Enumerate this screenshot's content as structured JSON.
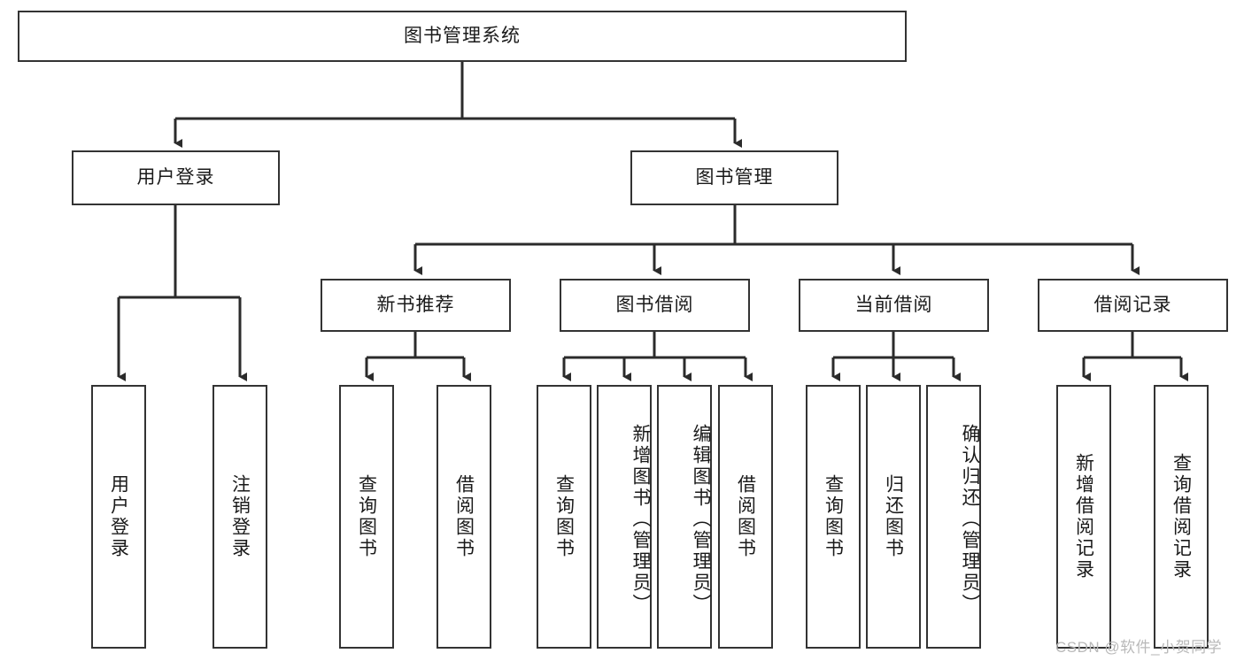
{
  "diagram": {
    "type": "hierarchy-tree",
    "title": "图书管理系统",
    "root": {
      "id": "root",
      "label": "图书管理系统"
    },
    "level2": [
      {
        "id": "user-login",
        "label": "用户登录"
      },
      {
        "id": "book-management",
        "label": "图书管理"
      }
    ],
    "level3": [
      {
        "id": "new-book-recommend",
        "label": "新书推荐",
        "parent": "book-management"
      },
      {
        "id": "book-borrow",
        "label": "图书借阅",
        "parent": "book-management"
      },
      {
        "id": "current-borrow",
        "label": "当前借阅",
        "parent": "book-management"
      },
      {
        "id": "borrow-record",
        "label": "借阅记录",
        "parent": "book-management"
      }
    ],
    "leaves": [
      {
        "id": "leaf-user-login",
        "label": "用户登录",
        "parent": "user-login"
      },
      {
        "id": "leaf-logout",
        "label": "注销登录",
        "parent": "user-login"
      },
      {
        "id": "leaf-query-book-1",
        "label": "查询图书",
        "parent": "new-book-recommend"
      },
      {
        "id": "leaf-borrow-book-1",
        "label": "借阅图书",
        "parent": "new-book-recommend"
      },
      {
        "id": "leaf-query-book-2",
        "label": "查询图书",
        "parent": "book-borrow"
      },
      {
        "id": "leaf-add-book",
        "label": "新增图书（管理员）",
        "parent": "book-borrow"
      },
      {
        "id": "leaf-edit-book",
        "label": "编辑图书（管理员）",
        "parent": "book-borrow"
      },
      {
        "id": "leaf-borrow-book-2",
        "label": "借阅图书",
        "parent": "book-borrow"
      },
      {
        "id": "leaf-query-book-3",
        "label": "查询图书",
        "parent": "current-borrow"
      },
      {
        "id": "leaf-return-book",
        "label": "归还图书",
        "parent": "current-borrow"
      },
      {
        "id": "leaf-confirm-return",
        "label": "确认归还（管理员）",
        "parent": "current-borrow"
      },
      {
        "id": "leaf-add-record",
        "label": "新增借阅记录",
        "parent": "borrow-record"
      },
      {
        "id": "leaf-query-record",
        "label": "查询借阅记录",
        "parent": "borrow-record"
      }
    ]
  },
  "watermark": {
    "text": "CSDN @软件_小贺同学"
  },
  "colors": {
    "border": "#333333",
    "text": "#1a1a1a",
    "background": "#ffffff",
    "watermark": "#b9b9b9"
  }
}
